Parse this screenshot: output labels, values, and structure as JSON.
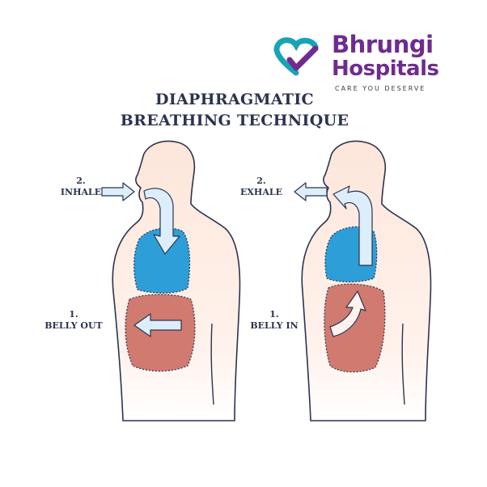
{
  "brand": {
    "name": "Bhrungi",
    "sub": "Hospitals",
    "tagline": "CARE YOU DESERVE",
    "colors": {
      "teal": "#1aa3b6",
      "purple": "#6f2c8f"
    }
  },
  "title": {
    "line1": "DIAPHRAGMATIC",
    "line2": "BREATHING TECHNIQUE"
  },
  "left": {
    "step2_num": "2.",
    "step2_text": "INHALE",
    "step1_num": "1.",
    "step1_text": "BELLY OUT"
  },
  "right": {
    "step2_num": "2.",
    "step2_text": "EXHALE",
    "step1_num": "1.",
    "step1_text": "BELLY IN"
  },
  "colors": {
    "skin": "#fde6da",
    "outline": "#2b3350",
    "lung": "#2e9ed8",
    "belly": "#d07a70",
    "arrow": "#dceefb"
  }
}
